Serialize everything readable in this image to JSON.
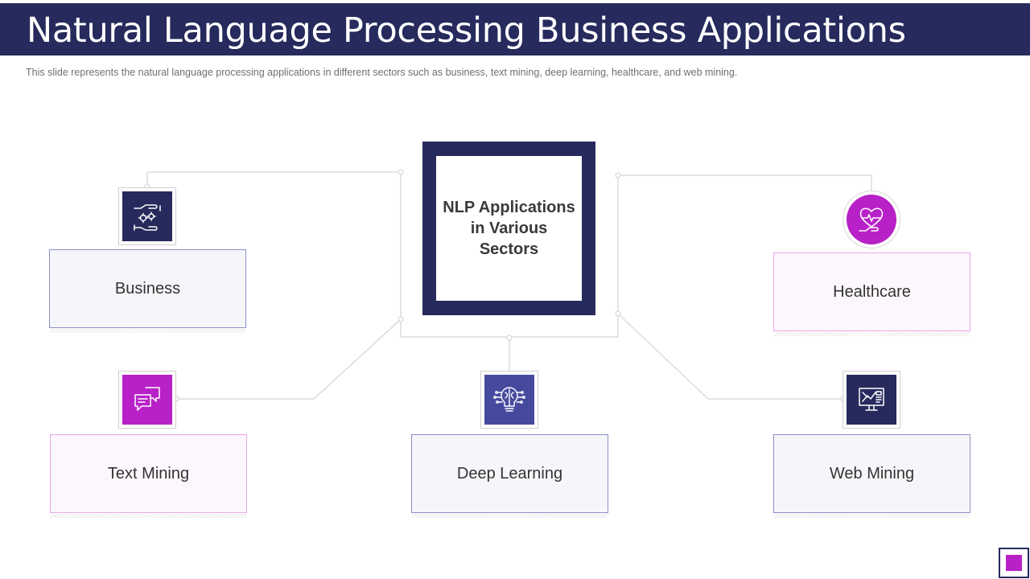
{
  "slide": {
    "title": "Natural Language Processing Business Applications",
    "subtitle": "This slide represents the natural language processing applications in different  sectors such as business, text mining, deep learning,  healthcare, and web mining."
  },
  "center": {
    "label": "NLP Applications in Various Sectors"
  },
  "sectors": [
    {
      "label": "Business",
      "icon": "hand-gears-icon"
    },
    {
      "label": "Healthcare",
      "icon": "heart-hand-icon"
    },
    {
      "label": "Text Mining",
      "icon": "chat-bubbles-icon"
    },
    {
      "label": "Deep Learning",
      "icon": "brain-bulb-icon"
    },
    {
      "label": "Web Mining",
      "icon": "monitor-chart-icon"
    }
  ],
  "colors": {
    "navy": "#262a5c",
    "magenta": "#b821c7",
    "indigo": "#464a9e",
    "connector": "#d4d4d4"
  }
}
